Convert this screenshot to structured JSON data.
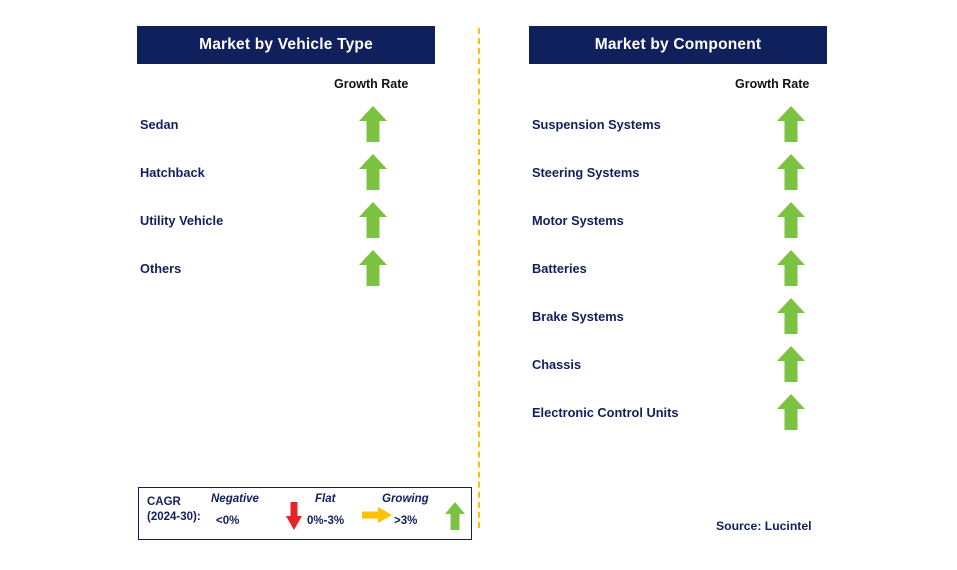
{
  "colors": {
    "header_bg": "#10205c",
    "header_text": "#ffffff",
    "label_text": "#10205c",
    "arrow_green": "#7cc242",
    "arrow_red": "#e3242b",
    "arrow_yellow": "#ffc000",
    "divider": "#ffc000"
  },
  "panels": [
    {
      "title": "Market by Vehicle Type",
      "growth_header": "Growth Rate",
      "rows": [
        {
          "label": "Sedan",
          "trend": "growing"
        },
        {
          "label": "Hatchback",
          "trend": "growing"
        },
        {
          "label": "Utility Vehicle",
          "trend": "growing"
        },
        {
          "label": "Others",
          "trend": "growing"
        }
      ]
    },
    {
      "title": "Market by Component",
      "growth_header": "Growth Rate",
      "rows": [
        {
          "label": "Suspension Systems",
          "trend": "growing"
        },
        {
          "label": "Steering Systems",
          "trend": "growing"
        },
        {
          "label": "Motor Systems",
          "trend": "growing"
        },
        {
          "label": "Batteries",
          "trend": "growing"
        },
        {
          "label": "Brake Systems",
          "trend": "growing"
        },
        {
          "label": "Chassis",
          "trend": "growing"
        },
        {
          "label": "Electronic Control Units",
          "trend": "growing"
        }
      ]
    }
  ],
  "legend": {
    "cagr_line1": "CAGR",
    "cagr_line2": "(2024-30):",
    "items": [
      {
        "title": "Negative",
        "range": "<0%",
        "icon": "arrow-down-red"
      },
      {
        "title": "Flat",
        "range": "0%-3%",
        "icon": "arrow-right-yellow"
      },
      {
        "title": "Growing",
        "range": ">3%",
        "icon": "arrow-up-green"
      }
    ]
  },
  "source": "Source: Lucintel"
}
